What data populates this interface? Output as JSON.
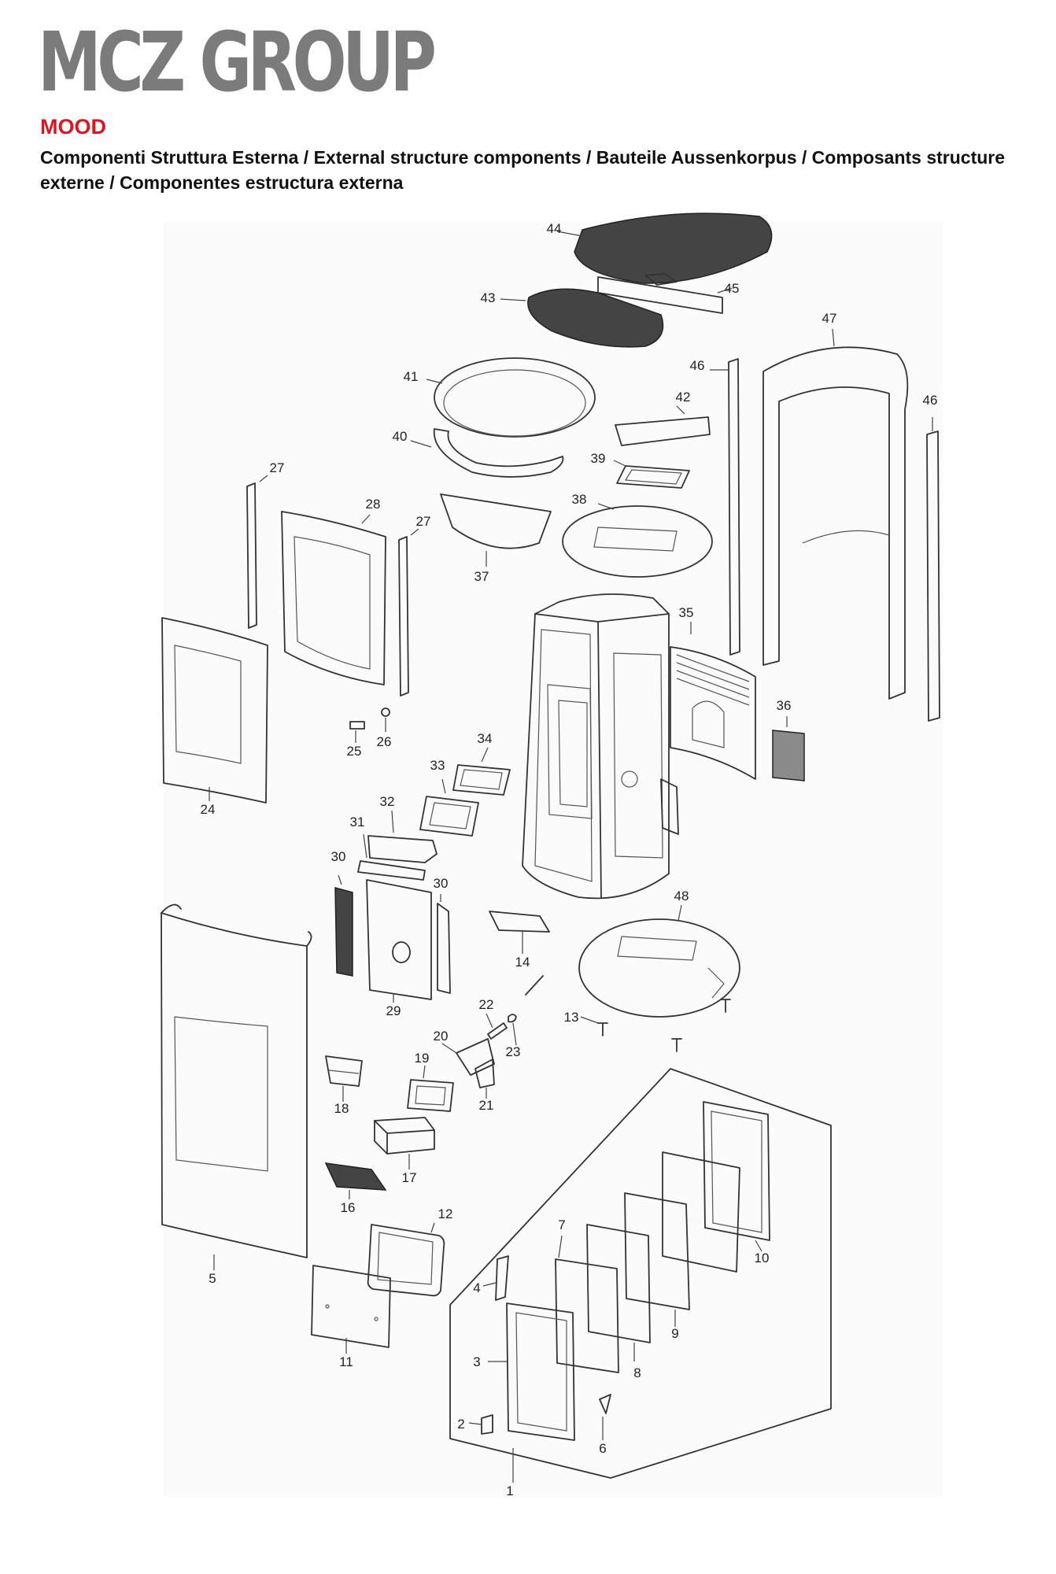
{
  "header": {
    "brand": "MCZ GROUP",
    "model": "MOOD",
    "subtitle": "Componenti Struttura Esterna / External structure components / Bauteile Aussenkorpus / Composants structure externe / Componentes estructura externa"
  },
  "colors": {
    "brand_gray": "#7b7b7b",
    "model_red": "#e0141e",
    "text_dark": "#111111"
  },
  "diagram": {
    "type": "exploded-parts-diagram",
    "part_labels": [
      "1",
      "2",
      "3",
      "4",
      "5",
      "6",
      "7",
      "8",
      "9",
      "10",
      "11",
      "12",
      "13",
      "14",
      "16",
      "17",
      "18",
      "19",
      "20",
      "21",
      "22",
      "23",
      "24",
      "25",
      "26",
      "27",
      "27",
      "28",
      "29",
      "30",
      "30",
      "31",
      "32",
      "33",
      "34",
      "35",
      "36",
      "37",
      "38",
      "39",
      "40",
      "41",
      "42",
      "43",
      "44",
      "45",
      "46",
      "46",
      "47",
      "48"
    ]
  }
}
